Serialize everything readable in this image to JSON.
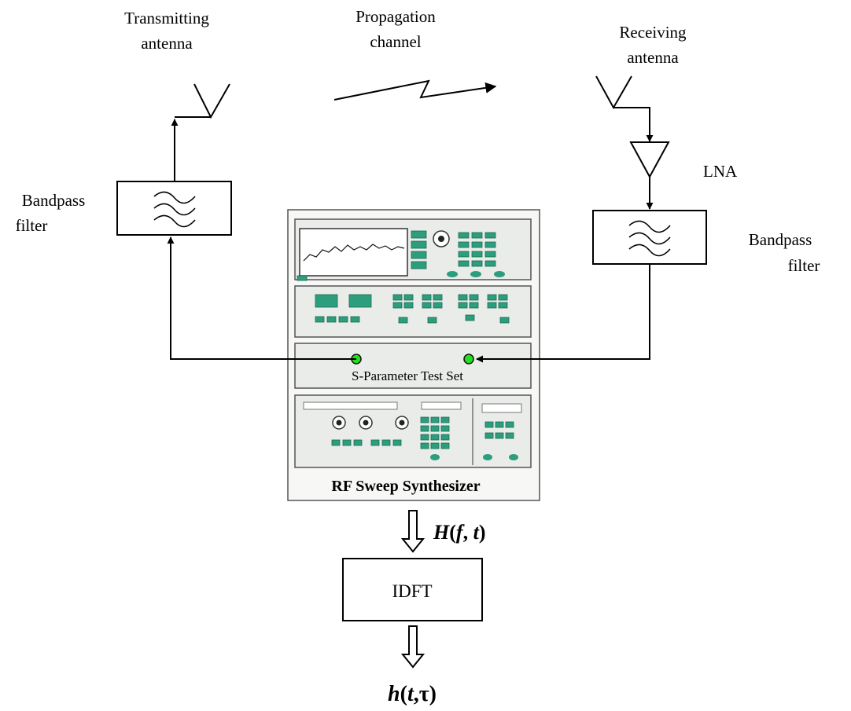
{
  "labels": {
    "tx_antenna_line1": "Transmitting",
    "tx_antenna_line2": "antenna",
    "channel_line1": "Propagation",
    "channel_line2": "channel",
    "rx_antenna_line1": "Receiving",
    "rx_antenna_line2": "antenna",
    "lna": "LNA",
    "bpf_left_line1": "Bandpass",
    "bpf_left_line2": "filter",
    "bpf_right_line1": "Bandpass",
    "bpf_right_line2": "filter",
    "test_set": "S-Parameter Test Set",
    "synth": "RF Sweep Synthesizer",
    "idft": "IDFT",
    "h_freq": {
      "fn": "H",
      "open": "(",
      "var1": "f",
      "sep": ", ",
      "var2": "t",
      "close": ")"
    },
    "h_time": {
      "fn": "h",
      "open": "(",
      "var1": "t",
      "sep": ",",
      "var2": "τ",
      "close": ")"
    }
  },
  "colors": {
    "instrument_panel": "#e9ece8",
    "instrument_button": "#2c9e7e",
    "port_led": "#22e01a"
  }
}
